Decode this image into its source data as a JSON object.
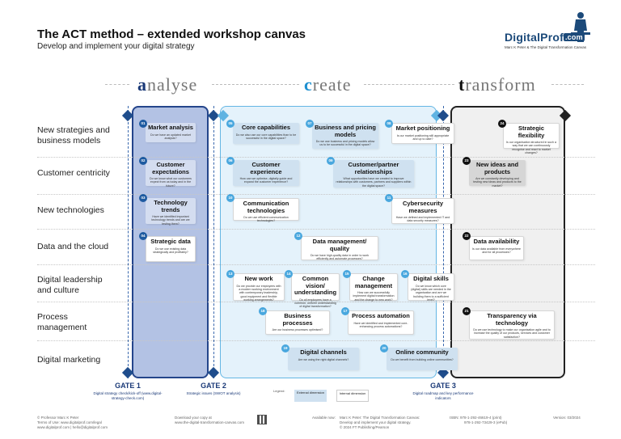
{
  "header": {
    "title": "The ACT method – extended workshop canvas",
    "subtitle": "Develop and implement your digital strategy"
  },
  "logo": {
    "brand": "DigitalProf",
    "domain": ".com",
    "tagline": "Marc K Peter & The Digital Transformation Canvas"
  },
  "phases": [
    {
      "first": "a",
      "rest": "nalyse"
    },
    {
      "first": "c",
      "rest": "reate"
    },
    {
      "first": "t",
      "rest": "ransform"
    }
  ],
  "rows": [
    "New strategies and business models",
    "Customer centricity",
    "New technologies",
    "Data and the cloud",
    "Digital leadership and culture",
    "Process management",
    "Digital marketing"
  ],
  "cards": {
    "c01": {
      "num": "01",
      "name": "Market analysis",
      "q": "Do we have an updated market analysis?"
    },
    "c02": {
      "num": "02",
      "name": "Customer expectations",
      "q": "Do we know what our customers expect from us today and in the future?"
    },
    "c03": {
      "num": "03",
      "name": "Technology trends",
      "q": "Have we identified important technology trends and are we testing them?"
    },
    "c04": {
      "num": "04",
      "name": "Strategic data",
      "q": "Do we use existing data strategically and profitably?"
    },
    "c05": {
      "num": "05",
      "name": "Core capabilities",
      "q": "Do we also use our core capabilities than to be successful in the digital space?"
    },
    "c06": {
      "num": "06",
      "name": "Customer experience",
      "q": "How can we optimise, digitally guide and expand the customer experience?"
    },
    "c07": {
      "num": "07",
      "name": "Business and pricing models",
      "q": "Do we use business and pricing models allow us to be successful in the digital space?"
    },
    "c08": {
      "num": "08",
      "name": "Market positioning",
      "q": "Is our market positioning still appropriate and up to date?"
    },
    "c09": {
      "num": "09",
      "name": "Customer/partner relationships",
      "q": "What opportunities have we created to improve relationships with customers, partners and suppliers within the digital space?"
    },
    "c10": {
      "num": "10",
      "name": "Communication technologies",
      "q": "Do we use efficient communication technologies?"
    },
    "c11": {
      "num": "11",
      "name": "Cybersecurity measures",
      "q": "Have we defined and implemented IT and data security measures?"
    },
    "c12": {
      "num": "12",
      "name": "Data management/ quality",
      "q": "Do we have high-quality data in order to work efficiently and automate processes?"
    },
    "c13": {
      "num": "13",
      "name": "New work",
      "q": "Do we provide our employees with a modern working environment with contemporary leadership, good equipment and flexible working arrangements?"
    },
    "c14": {
      "num": "14",
      "name": "Common vision/ understanding",
      "q": "Do all employees have a common, uniform understanding of digital transformation?"
    },
    "c15": {
      "num": "15",
      "name": "Change management",
      "q": "How can we successfully implement digital transformation and the change to new work?"
    },
    "c16": {
      "num": "16",
      "name": "Digital skills",
      "q": "Do we know which core (digital) skills are needed in the organisation and are we building them to a sufficient level?"
    },
    "c17": {
      "num": "17",
      "name": "Process automation",
      "q": "Have we identified and implemented core-enhancing process automations?"
    },
    "c18": {
      "num": "18",
      "name": "Business processes",
      "q": "Are our business processes optimised?"
    },
    "c19": {
      "num": "19",
      "name": "Digital channels",
      "q": "Are we using the right digital channels?"
    },
    "c20": {
      "num": "20",
      "name": "Online community",
      "q": "Do we benefit from building online communities?"
    },
    "c21": {
      "num": "21",
      "name": "Transparency via technology",
      "q": "Do we use technology to make our organisation agile and to increase the quality of our products, services and customer satisfaction?"
    },
    "c22": {
      "num": "22",
      "name": "Data availability",
      "q": "Is our data available from everywhere and for all processes?"
    },
    "c23": {
      "num": "23",
      "name": "New ideas and products",
      "q": "Are we constantly developing and testing new ideas and products to the market?"
    },
    "c24": {
      "num": "24",
      "name": "Strategic flexibility",
      "q": "Is our organisation structured in such a way that we can continuously recognise and react to market changes?"
    }
  },
  "gates": [
    {
      "title": "GATE 1",
      "sub": "Digital strategy check/kick-off (www.digital-strategy-check.com)"
    },
    {
      "title": "GATE 2",
      "sub": "Strategic issues (SWOT analysis)"
    },
    {
      "title": "GATE 3",
      "sub": "Digital roadmap and key performance indicators"
    }
  ],
  "legend": {
    "label": "Legend:",
    "external": "External dimension",
    "internal": "Internal dimension"
  },
  "footer": {
    "col1": [
      "© Professor Marc K Peter",
      "Terms of Use: www.digitalprof.com/legal",
      "www.digitalprof.com | hello@digitalprof.com"
    ],
    "col2": [
      "Download your copy at",
      "www.the-digital-transformation-canvas.com"
    ],
    "col3": [
      "Available now:"
    ],
    "col4": [
      "Marc K Peter: The Digital Transformation Canvas:",
      "Develop and implement your digital strategy.",
      "© 2024 FT Publishing/Pearson"
    ],
    "col5": [
      "ISBN:  978-1-292-46619-4 (print)",
      "978-1-292-73429-3 (ePub)"
    ],
    "version": "Version: 03/2024"
  },
  "colors": {
    "analyse": "#24458b",
    "create": "#64b6e4",
    "transform": "#222222"
  }
}
